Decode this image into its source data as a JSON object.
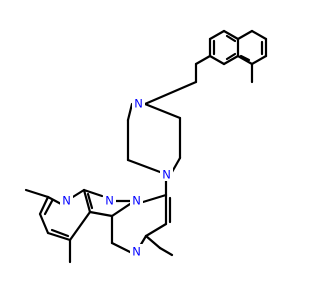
{
  "molecule": {
    "atoms": [
      {
        "id": "h1",
        "label": "N"
      },
      {
        "id": "h2",
        "label": "N"
      },
      {
        "id": "h3",
        "label": "N"
      },
      {
        "id": "h4",
        "label": "N"
      },
      {
        "id": "h5",
        "label": "N"
      },
      {
        "id": "h6",
        "label": "N"
      }
    ],
    "label_color": "#0000ff",
    "bond_color": "#000000",
    "background": "#ffffff"
  }
}
